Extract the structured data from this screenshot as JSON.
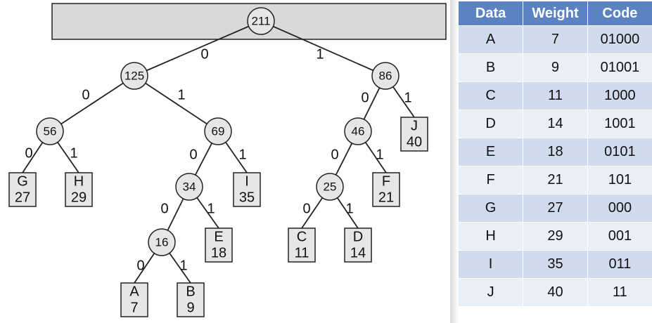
{
  "tree": {
    "nodes": [
      {
        "id": "n211",
        "label": "211",
        "shape": "circle"
      },
      {
        "id": "n125",
        "label": "125",
        "shape": "circle"
      },
      {
        "id": "n86",
        "label": "86",
        "shape": "circle"
      },
      {
        "id": "n56",
        "label": "56",
        "shape": "circle"
      },
      {
        "id": "n69",
        "label": "69",
        "shape": "circle"
      },
      {
        "id": "n46",
        "label": "46",
        "shape": "circle"
      },
      {
        "id": "n34",
        "label": "34",
        "shape": "circle"
      },
      {
        "id": "n25",
        "label": "25",
        "shape": "circle"
      },
      {
        "id": "n16",
        "label": "16",
        "shape": "circle"
      },
      {
        "id": "leafG",
        "letter": "G",
        "weight": "27",
        "shape": "box"
      },
      {
        "id": "leafH",
        "letter": "H",
        "weight": "29",
        "shape": "box"
      },
      {
        "id": "leafI",
        "letter": "I",
        "weight": "35",
        "shape": "box"
      },
      {
        "id": "leafE",
        "letter": "E",
        "weight": "18",
        "shape": "box"
      },
      {
        "id": "leafA",
        "letter": "A",
        "weight": "7",
        "shape": "box"
      },
      {
        "id": "leafB",
        "letter": "B",
        "weight": "9",
        "shape": "box"
      },
      {
        "id": "leafJ",
        "letter": "J",
        "weight": "40",
        "shape": "box"
      },
      {
        "id": "leafF",
        "letter": "F",
        "weight": "21",
        "shape": "box"
      },
      {
        "id": "leafC",
        "letter": "C",
        "weight": "11",
        "shape": "box"
      },
      {
        "id": "leafD",
        "letter": "D",
        "weight": "14",
        "shape": "box"
      }
    ],
    "edges": [
      {
        "from": "n211",
        "to": "n125",
        "bit": "0"
      },
      {
        "from": "n211",
        "to": "n86",
        "bit": "1"
      },
      {
        "from": "n125",
        "to": "n56",
        "bit": "0"
      },
      {
        "from": "n125",
        "to": "n69",
        "bit": "1"
      },
      {
        "from": "n56",
        "to": "leafG",
        "bit": "0"
      },
      {
        "from": "n56",
        "to": "leafH",
        "bit": "1"
      },
      {
        "from": "n69",
        "to": "n34",
        "bit": "0"
      },
      {
        "from": "n69",
        "to": "leafI",
        "bit": "1"
      },
      {
        "from": "n34",
        "to": "n16",
        "bit": "0"
      },
      {
        "from": "n34",
        "to": "leafE",
        "bit": "1"
      },
      {
        "from": "n16",
        "to": "leafA",
        "bit": "0"
      },
      {
        "from": "n16",
        "to": "leafB",
        "bit": "1"
      },
      {
        "from": "n86",
        "to": "n46",
        "bit": "0"
      },
      {
        "from": "n86",
        "to": "leafJ",
        "bit": "1"
      },
      {
        "from": "n46",
        "to": "n25",
        "bit": "0"
      },
      {
        "from": "n46",
        "to": "leafF",
        "bit": "1"
      },
      {
        "from": "n25",
        "to": "leafC",
        "bit": "0"
      },
      {
        "from": "n25",
        "to": "leafD",
        "bit": "1"
      }
    ]
  },
  "table": {
    "headers": [
      "Data",
      "Weight",
      "Code"
    ],
    "rows": [
      [
        "A",
        "7",
        "01000"
      ],
      [
        "B",
        "9",
        "01001"
      ],
      [
        "C",
        "11",
        "1000"
      ],
      [
        "D",
        "14",
        "1001"
      ],
      [
        "E",
        "18",
        "0101"
      ],
      [
        "F",
        "21",
        "101"
      ],
      [
        "G",
        "27",
        "000"
      ],
      [
        "H",
        "29",
        "001"
      ],
      [
        "I",
        "35",
        "011"
      ],
      [
        "J",
        "40",
        "11"
      ]
    ]
  },
  "colors": {
    "node_fill": "#e6e6e6",
    "root_bar_fill": "#d9d9d9",
    "stroke": "#222222",
    "header_bg": "#5b83c2",
    "row_odd": "#d0dbee",
    "row_even": "#e9eef7"
  }
}
